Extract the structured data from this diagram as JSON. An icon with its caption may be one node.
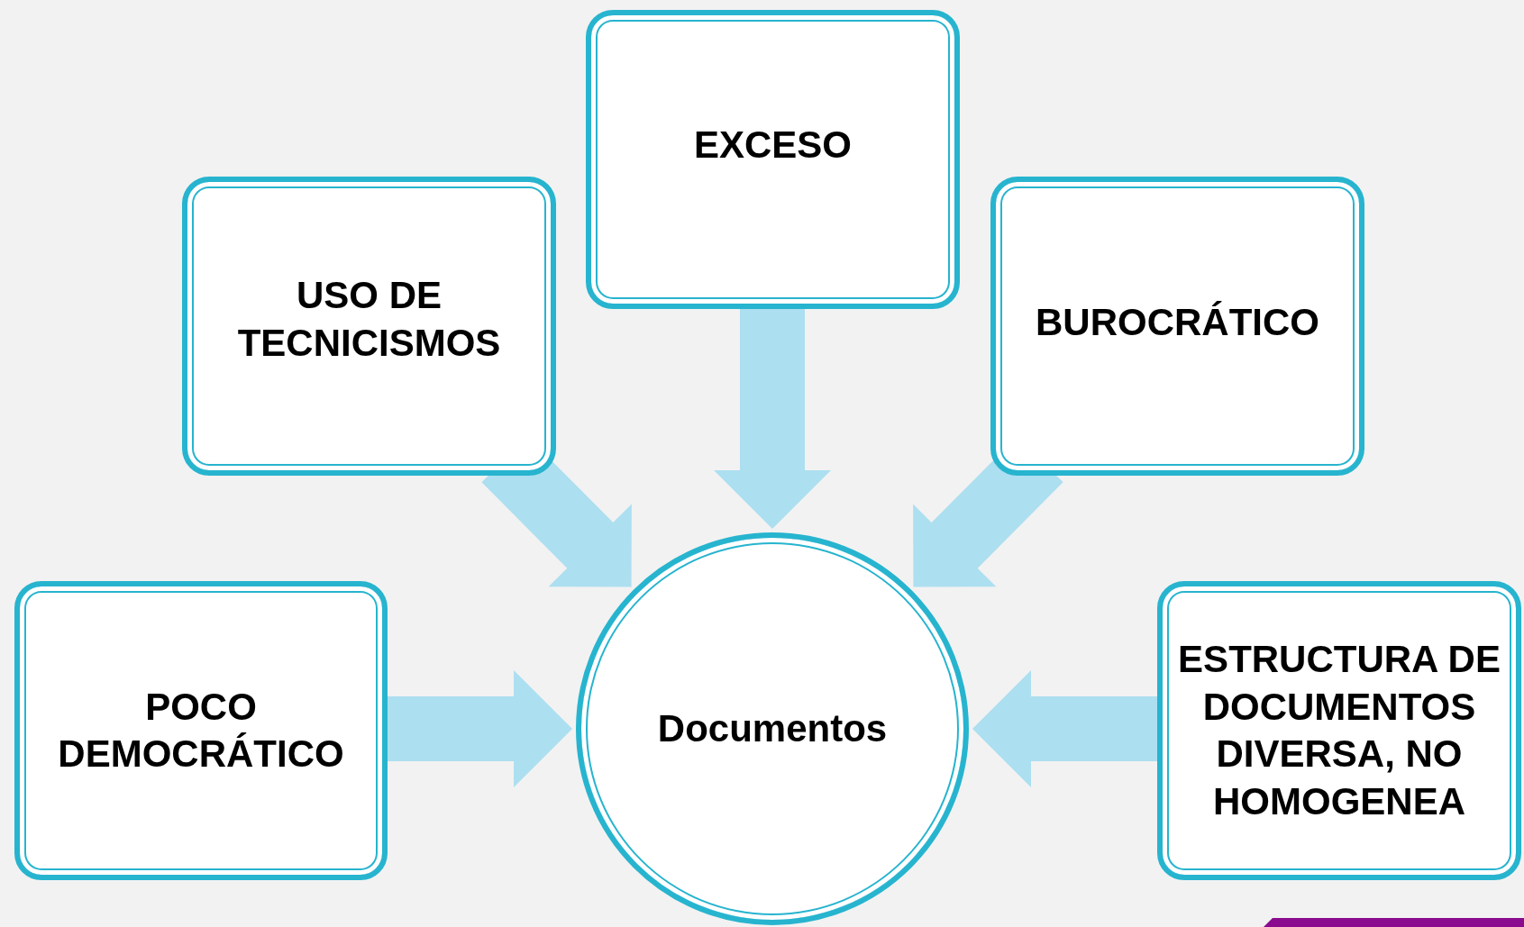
{
  "diagram": {
    "nodes": [
      {
        "text": [
          "EXCESO"
        ]
      },
      {
        "text": [
          "USO DE TECNICISMOS"
        ]
      },
      {
        "text": [
          "BUROCRÁTICO"
        ]
      },
      {
        "text": [
          "POCO DEMOCRÁTICO"
        ]
      },
      {
        "text": [
          "ESTRUCTURA DE DOCUMENTOS DIVERSA, NO HOMOGENEA"
        ]
      },
      {
        "text": [
          "Documentos"
        ]
      }
    ],
    "edges": [
      {
        "from": 0,
        "to": 5,
        "arrow": "to"
      },
      {
        "from": 1,
        "to": 5,
        "arrow": "to"
      },
      {
        "from": 2,
        "to": 5,
        "arrow": "to"
      },
      {
        "from": 3,
        "to": 5,
        "arrow": "to"
      },
      {
        "from": 4,
        "to": 5,
        "arrow": "to"
      }
    ]
  }
}
